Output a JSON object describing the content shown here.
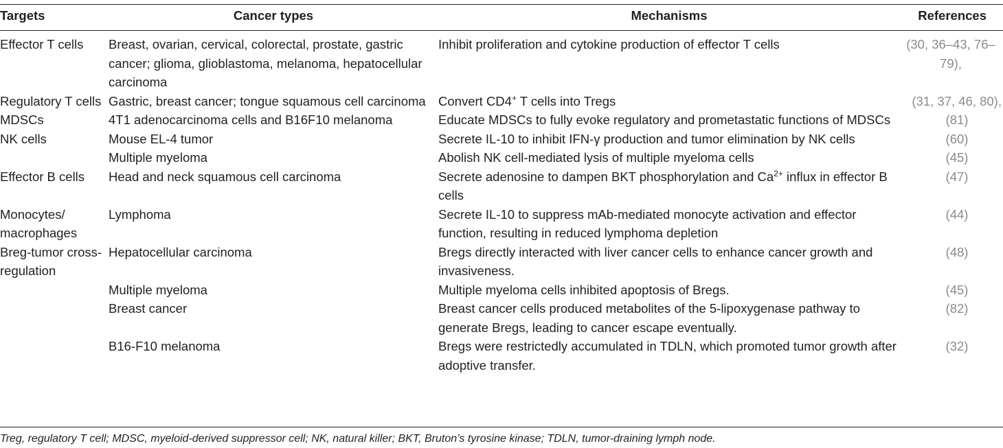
{
  "table": {
    "headers": {
      "targets": "Targets",
      "cancer_types": "Cancer types",
      "mechanisms": "Mechanisms",
      "references": "References"
    },
    "rows": [
      {
        "target": "Effector T cells",
        "cancer": "Breast, ovarian, cervical, colorectal, prostate, gastric cancer; glioma, glioblastoma, melanoma, hepatocellular carcinoma",
        "mechanism": "Inhibit proliferation and cytokine production of effector T cells",
        "refs": "(30, 36–43, 76–79),"
      },
      {
        "target": "Regulatory T cells",
        "cancer": "Gastric, breast cancer; tongue squamous cell carcinoma",
        "mechanism_pre": "Convert CD4",
        "mechanism_sup": "+",
        "mechanism_post": " T cells into Tregs",
        "refs": "(31, 37, 46, 80),"
      },
      {
        "target": "MDSCs",
        "cancer": "4T1 adenocarcinoma cells and B16F10 melanoma",
        "mechanism": "Educate MDSCs to fully evoke regulatory and prometastatic functions of MDSCs",
        "refs": "(81)"
      },
      {
        "target": "NK cells",
        "cancer": "Mouse EL-4 tumor",
        "mechanism": "Secrete IL-10 to inhibit IFN-γ production and tumor elimination by NK cells",
        "refs": "(60)"
      },
      {
        "target": "",
        "cancer": "Multiple myeloma",
        "mechanism": "Abolish NK cell-mediated lysis of multiple myeloma cells",
        "refs": "(45)"
      },
      {
        "target": "Effector B cells",
        "cancer": "Head and neck squamous cell carcinoma",
        "mechanism_pre": "Secrete adenosine to dampen BKT phosphorylation and Ca",
        "mechanism_sup": "2+",
        "mechanism_post": " influx in effector B cells",
        "refs": "(47)"
      },
      {
        "target": "Monocytes/ macrophages",
        "cancer": "Lymphoma",
        "mechanism": "Secrete IL-10 to suppress mAb-mediated monocyte activation and effector function, resulting in reduced lymphoma depletion",
        "refs": "(44)"
      },
      {
        "target": "Breg-tumor cross-regulation",
        "cancer": "Hepatocellular carcinoma",
        "mechanism": "Bregs directly interacted with liver cancer cells to enhance cancer growth and invasiveness.",
        "refs": "(48)"
      },
      {
        "target": "",
        "cancer": "Multiple myeloma",
        "mechanism": "Multiple myeloma cells inhibited apoptosis of Bregs.",
        "refs": "(45)"
      },
      {
        "target": "",
        "cancer": "Breast cancer",
        "mechanism": "Breast cancer cells produced metabolites of the 5-lipoxygenase pathway to generate Bregs, leading to cancer escape eventually.",
        "refs": "(82)"
      },
      {
        "target": "",
        "cancer": "B16-F10 melanoma",
        "mechanism": "Bregs were restrictedly accumulated in TDLN, which promoted tumor growth after adoptive transfer.",
        "refs": "(32)"
      }
    ]
  },
  "footnote": "Treg, regulatory T cell; MDSC, myeloid-derived suppressor cell; NK, natural killer; BKT, Bruton’s tyrosine kinase; TDLN, tumor-draining lymph node.",
  "colors": {
    "text": "#231f20",
    "reference_link": "#8a8a8a",
    "rule": "#231f20"
  }
}
